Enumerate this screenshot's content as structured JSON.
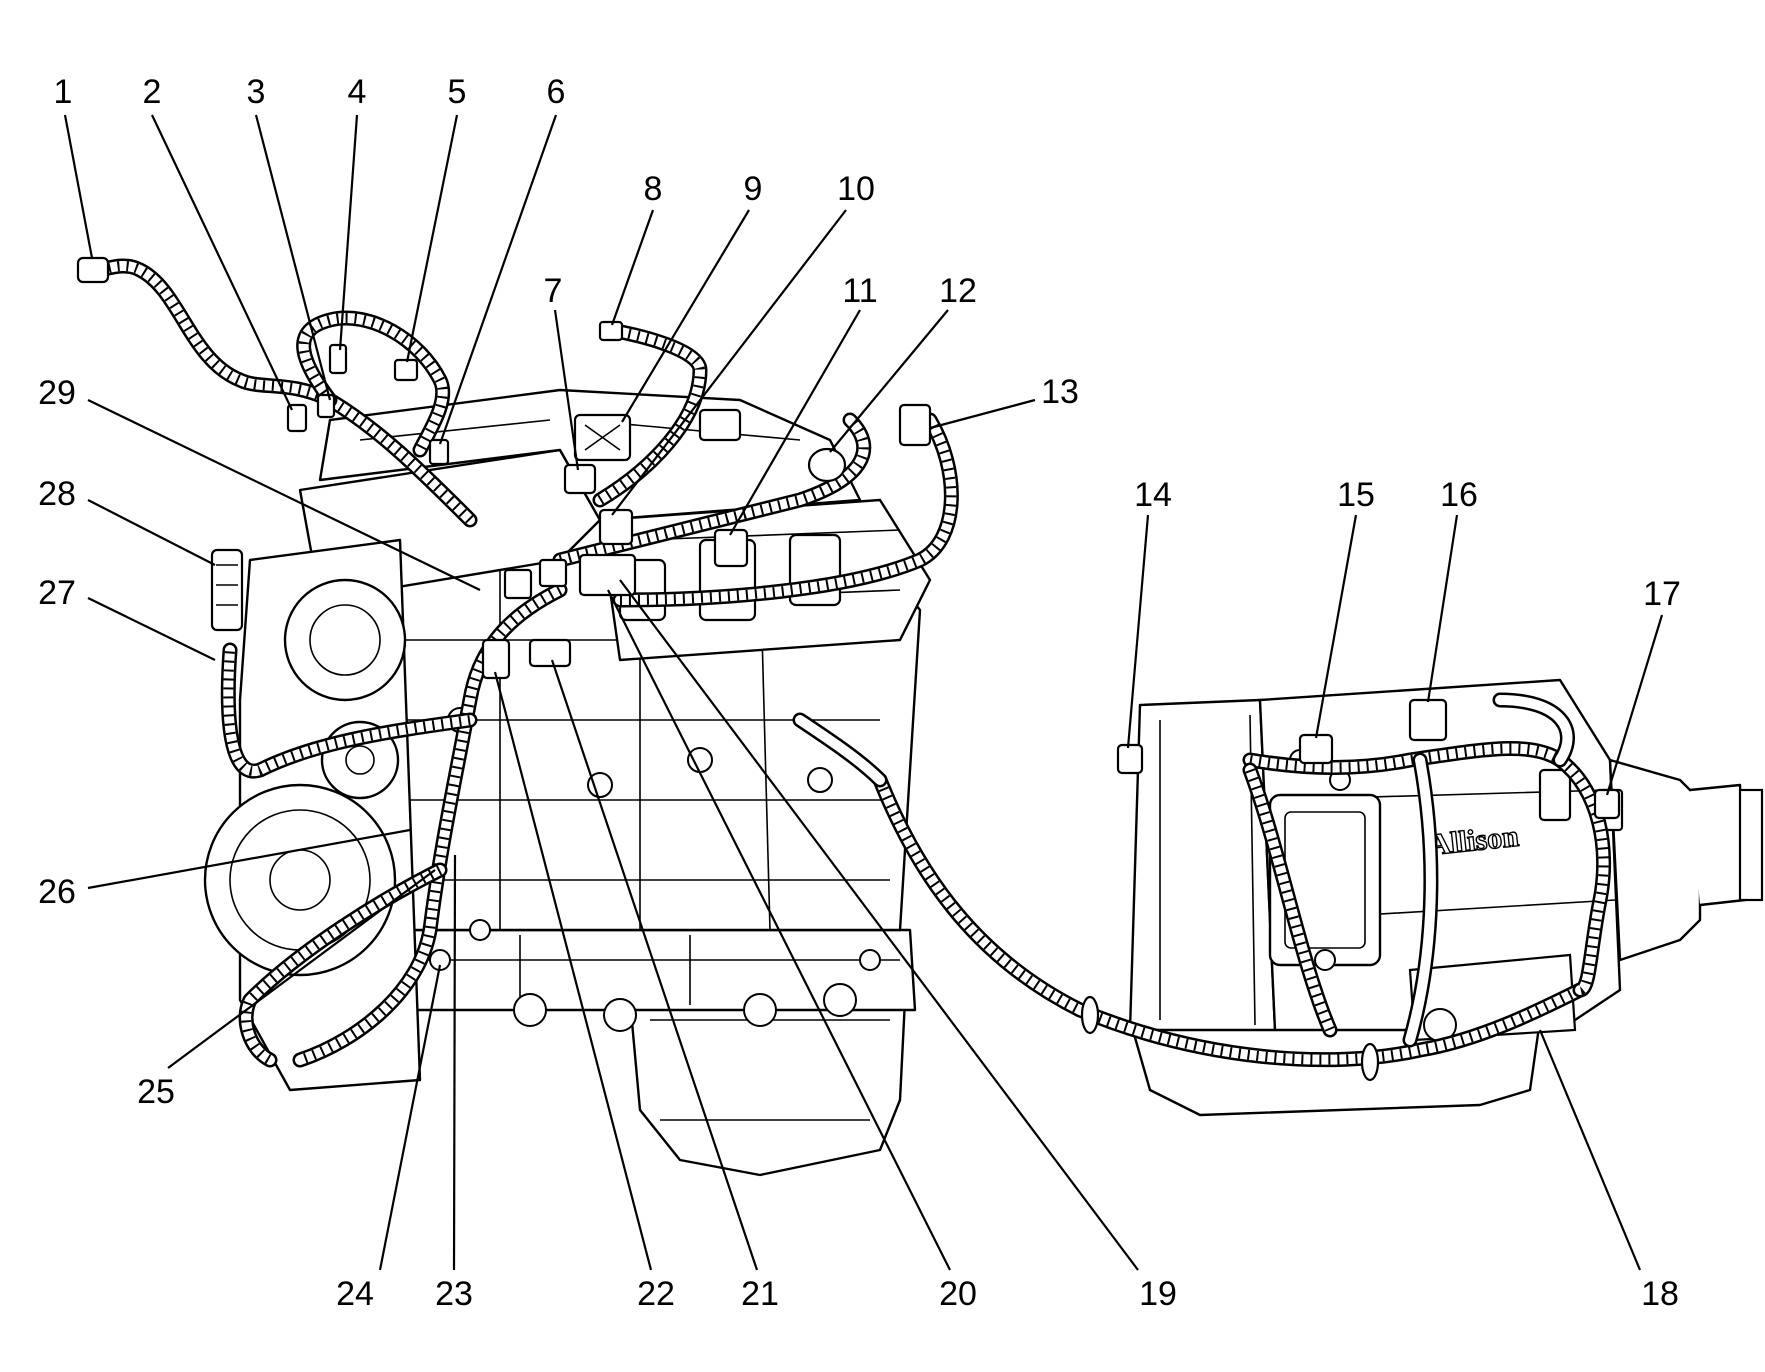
{
  "callouts": [
    {
      "id": "1",
      "label": "1"
    },
    {
      "id": "2",
      "label": "2"
    },
    {
      "id": "3",
      "label": "3"
    },
    {
      "id": "4",
      "label": "4"
    },
    {
      "id": "5",
      "label": "5"
    },
    {
      "id": "6",
      "label": "6"
    },
    {
      "id": "7",
      "label": "7"
    },
    {
      "id": "8",
      "label": "8"
    },
    {
      "id": "9",
      "label": "9"
    },
    {
      "id": "10",
      "label": "10"
    },
    {
      "id": "11",
      "label": "11"
    },
    {
      "id": "12",
      "label": "12"
    },
    {
      "id": "13",
      "label": "13"
    },
    {
      "id": "14",
      "label": "14"
    },
    {
      "id": "15",
      "label": "15"
    },
    {
      "id": "16",
      "label": "16"
    },
    {
      "id": "17",
      "label": "17"
    },
    {
      "id": "18",
      "label": "18"
    },
    {
      "id": "19",
      "label": "19"
    },
    {
      "id": "20",
      "label": "20"
    },
    {
      "id": "21",
      "label": "21"
    },
    {
      "id": "22",
      "label": "22"
    },
    {
      "id": "23",
      "label": "23"
    },
    {
      "id": "24",
      "label": "24"
    },
    {
      "id": "25",
      "label": "25"
    },
    {
      "id": "26",
      "label": "26"
    },
    {
      "id": "27",
      "label": "27"
    },
    {
      "id": "28",
      "label": "28"
    },
    {
      "id": "29",
      "label": "29"
    }
  ],
  "transmission_brand": "Allison",
  "colors": {
    "line": "#000000",
    "background": "#ffffff"
  }
}
